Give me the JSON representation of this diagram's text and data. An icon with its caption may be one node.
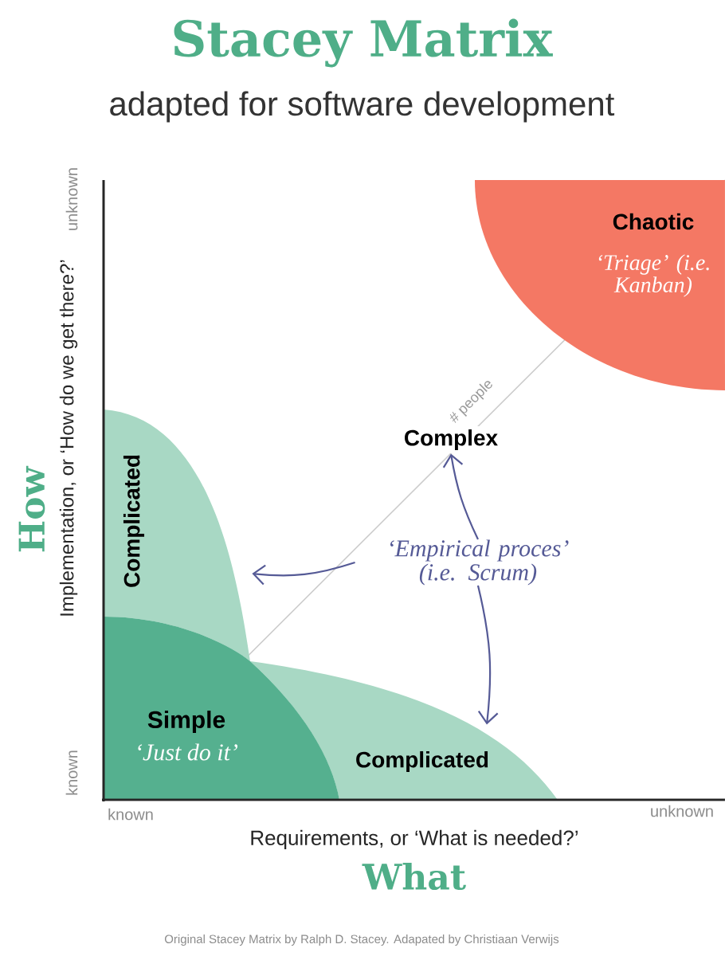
{
  "diagram": {
    "title": "Stacey Matrix",
    "nodes": [
      {
        "text": [
          "Chaotic",
          "‘Triage’ (i.e. Kanban)"
        ]
      },
      {
        "text": [
          "Complex"
        ]
      },
      {
        "text": [
          "‘Empirical proces’ (i.e. Scrum)"
        ]
      },
      {
        "text": [
          "Complicated"
        ]
      },
      {
        "text": [
          "Complicated"
        ]
      },
      {
        "text": [
          "Simple",
          "‘Just do it’"
        ]
      }
    ],
    "edges": [
      {
        "from": 2,
        "to": 1,
        "arrow": "to"
      },
      {
        "from": 2,
        "to": 3,
        "arrow": "to"
      },
      {
        "from": 2,
        "to": 4,
        "arrow": "to"
      }
    ],
    "labels": [
      "adapted for software development",
      "How",
      "Implementation, or ‘How do we get there?’",
      "unknown",
      "known",
      "# people",
      "known",
      "unknown",
      "Requirements, or ‘What is needed?’",
      "What",
      "Original Stacey Matrix by Ralph D. Stacey. Adapated by Christiaan Verwijs"
    ]
  }
}
